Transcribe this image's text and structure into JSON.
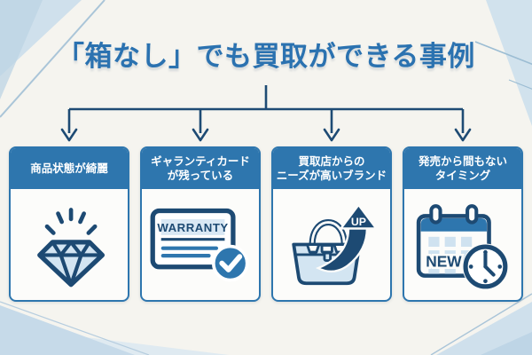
{
  "title": {
    "text": "「箱なし」でも買取ができる事例"
  },
  "cards": [
    {
      "header_line1": "商品状態が綺麗",
      "header_line2": "",
      "icon": "diamond-icon",
      "icon_text": ""
    },
    {
      "header_line1": "ギャランティカード",
      "header_line2": "が残っている",
      "icon": "warranty-card-icon",
      "icon_text": "WARRANTY"
    },
    {
      "header_line1": "買取店からの",
      "header_line2": "ニーズが高いブランド",
      "icon": "handbag-trend-up-icon",
      "icon_text": "UP"
    },
    {
      "header_line1": "発売から間もない",
      "header_line2": "タイミング",
      "icon": "calendar-clock-icon",
      "icon_text": "NEW"
    }
  ],
  "colors": {
    "title_blue": "#2b72b0",
    "header_blue": "#2e76ae",
    "navy_outline": "#1d4a73",
    "light_blue_fill": "#d3e5f2",
    "paper_background": "#f5f4ef",
    "corner_wedge": "#c7dae9",
    "card_body": "#fcfcfa"
  }
}
